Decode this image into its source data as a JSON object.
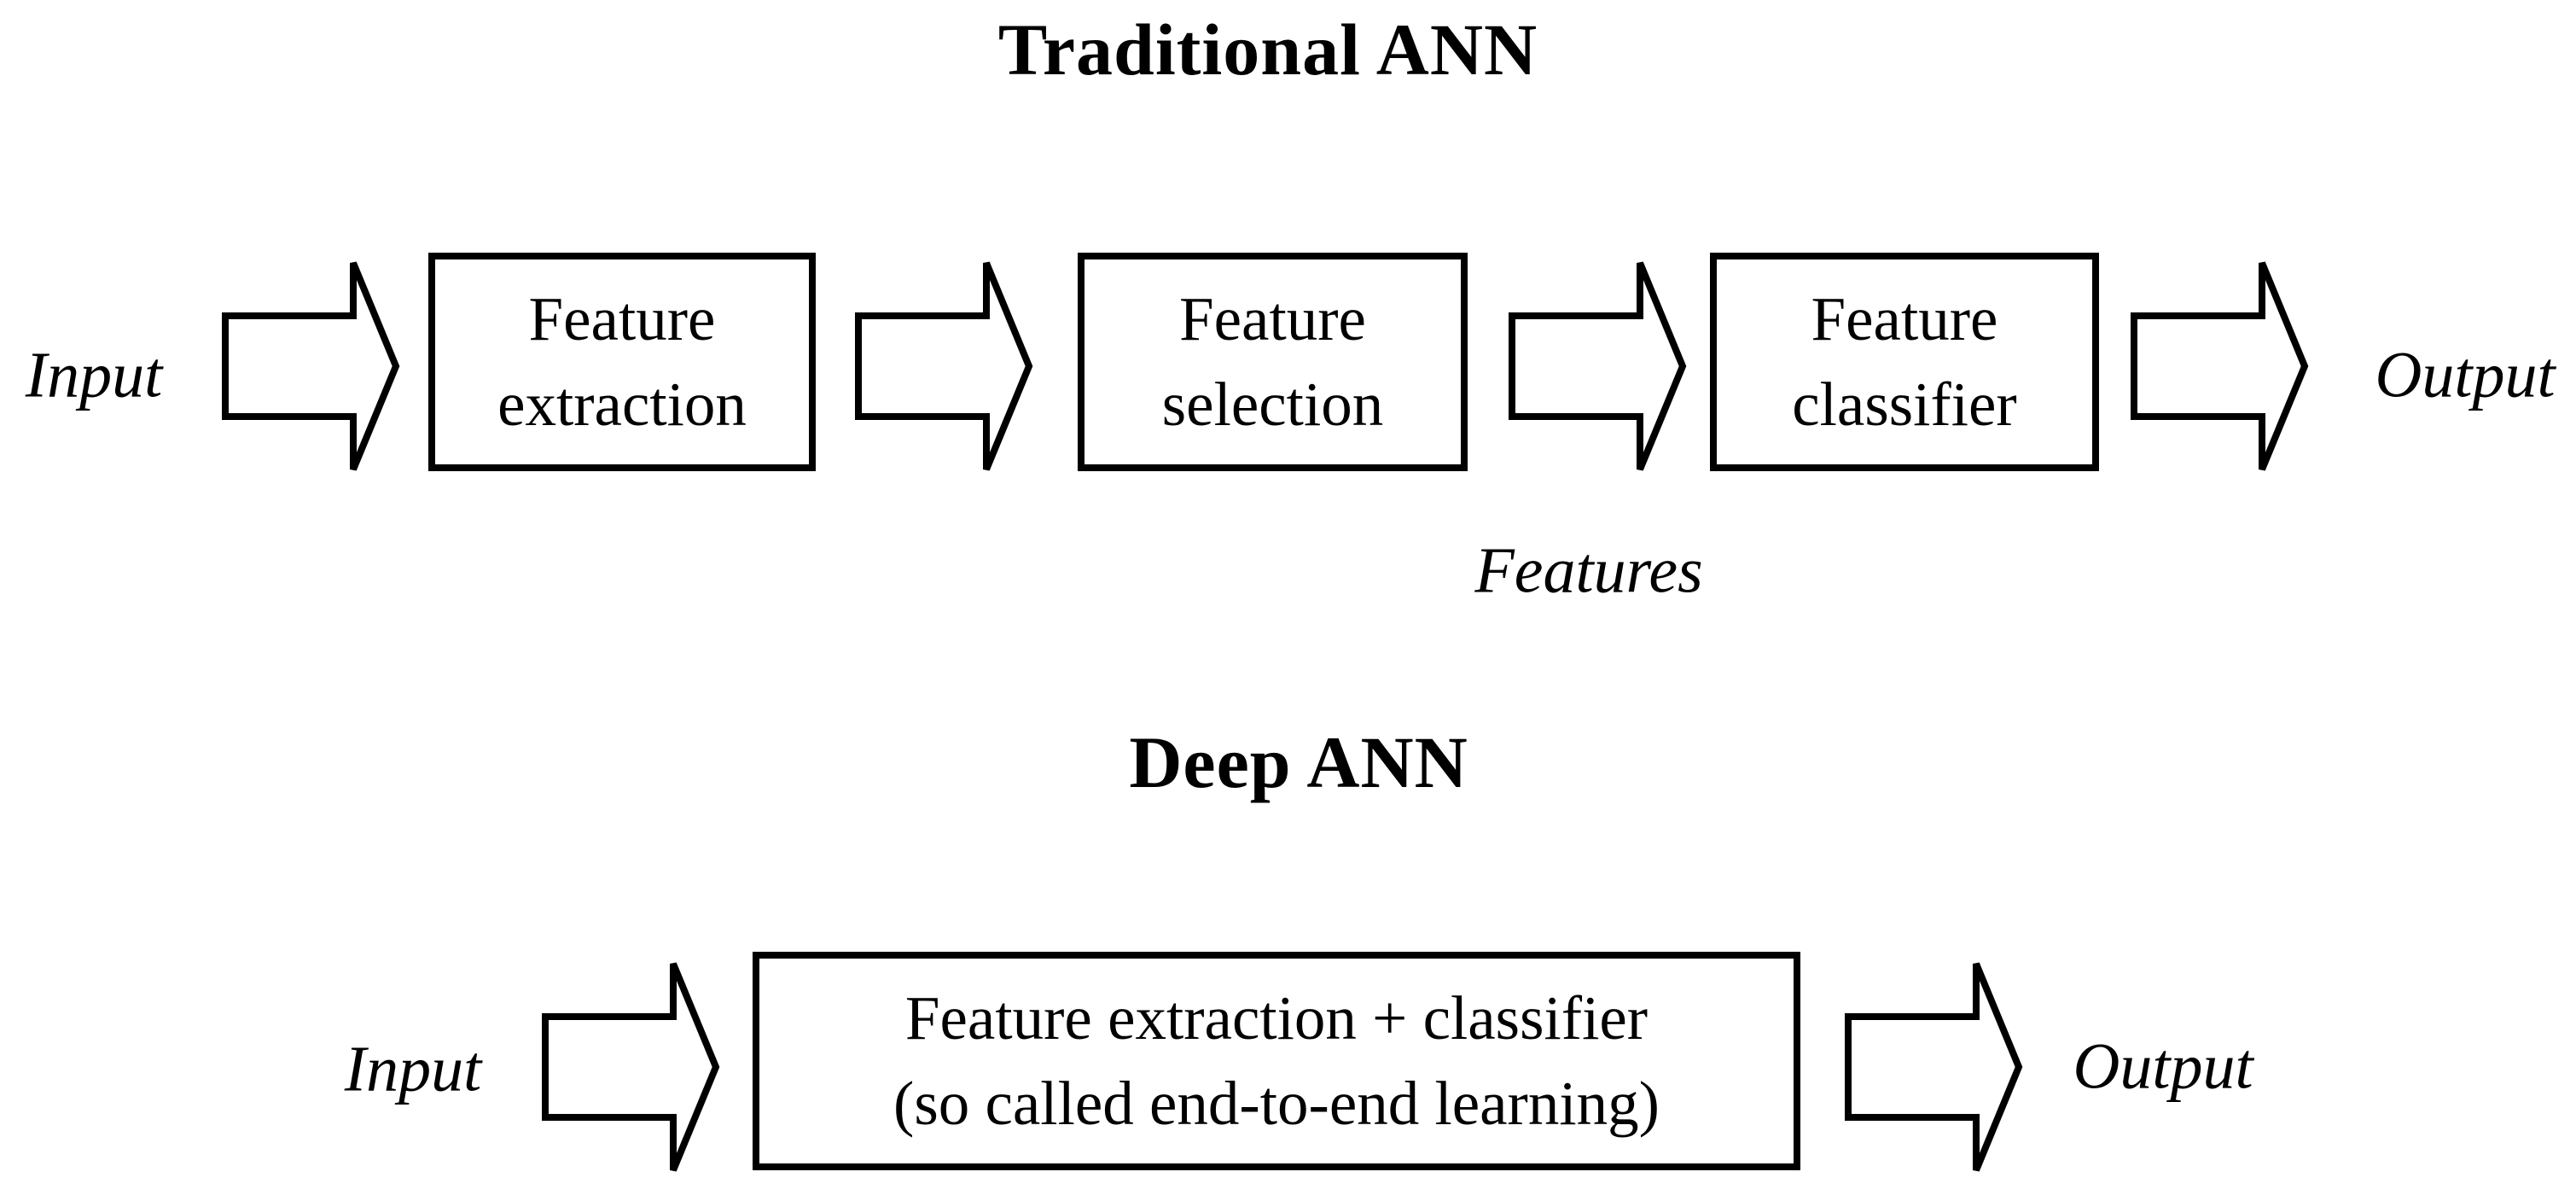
{
  "diagram": {
    "colors": {
      "background": "#ffffff",
      "ink": "#000000"
    },
    "traditional": {
      "title": "Traditional ANN",
      "input_label": "Input",
      "output_label": "Output",
      "annotation": "Features",
      "boxes": [
        {
          "line1": "Feature",
          "line2": "extraction"
        },
        {
          "line1": "Feature",
          "line2": "selection"
        },
        {
          "line1": "Feature",
          "line2": "classifier"
        }
      ]
    },
    "deep": {
      "title": "Deep ANN",
      "input_label": "Input",
      "output_label": "Output",
      "box": {
        "line1": "Feature extraction + classifier",
        "line2": "(so called end-to-end learning)"
      }
    }
  }
}
